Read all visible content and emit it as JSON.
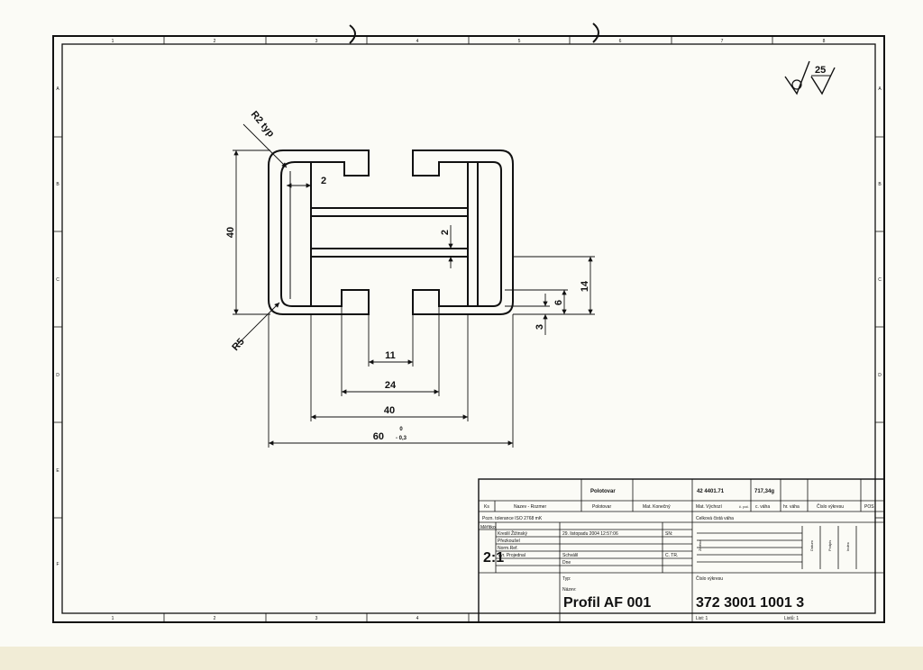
{
  "border": {
    "top_numbers": [
      "1",
      "2",
      "3",
      "4",
      "5",
      "6",
      "7",
      "8"
    ],
    "bottom_numbers": [
      "1",
      "2",
      "3",
      "4"
    ],
    "side_letters": [
      "A",
      "B",
      "C",
      "D",
      "E",
      "F"
    ]
  },
  "surface_finish": {
    "value": "25"
  },
  "dimensions": {
    "radius_top": "R2 typ",
    "radius_bottom": "R5",
    "height": "40",
    "wall": "2",
    "rail": "2",
    "d14": "14",
    "d6": "6",
    "d3": "3",
    "w11": "11",
    "w24": "24",
    "w40": "40",
    "w60": "60",
    "tol_upper": "0",
    "tol_lower": "- 0,3"
  },
  "title_block": {
    "row1": {
      "polotovar": "Polotovar",
      "mat_number": "42 4401.71",
      "mass": "717,34g"
    },
    "headers": {
      "ks": "Ks",
      "nazev_rozmer": "Nazev - Rozmer",
      "polotovar": "Polotovar",
      "mat_konecny": "Mat. Konečný",
      "mat_vychozi": "Mat. Výchozí",
      "cisla_pol": "č. pol.",
      "c_vaha": "c. váha",
      "hr_vaha": "hr. váha",
      "cislo_vykresu": "Číslo výkresu",
      "pos": "POS"
    },
    "tolerance": "Pozn. tolerance ISO 2768 mK",
    "net_weight": "Celková čistá váha",
    "meritko_label": "Měřítko",
    "scale": "2:1",
    "roles": [
      "Kreslil Žižinský",
      "Přezkoušel",
      "Norm.Ref.",
      "Vyr. Projednal"
    ],
    "date": "29. listopadu 2004 12:57:06",
    "sn": "SN:",
    "schvalil": "Schválil",
    "dne": "Dne",
    "ctr": "C. TR.",
    "zmena": "Změna",
    "datum": "Datum",
    "podpis": "Podpis",
    "index": "Index",
    "typ": "Typ:",
    "nazev": "Název:",
    "part_name": "Profil AF 001",
    "cislo_vykresu_label": "Číslo výkresu",
    "drawing_number": "372 3001 1001 3",
    "list": "List: 1",
    "listu": "Listů: 1"
  }
}
